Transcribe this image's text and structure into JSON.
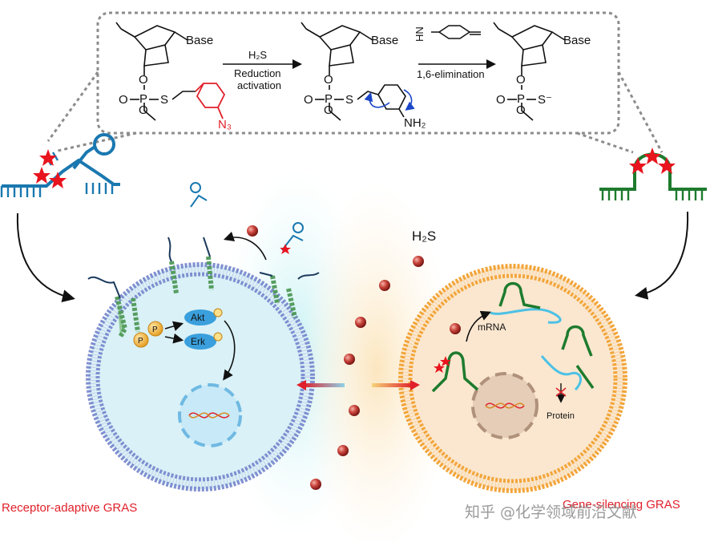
{
  "scheme": {
    "base_label": "Base",
    "step1_reagent": "H₂S",
    "step1_desc_line1": "Reduction",
    "step1_desc_line2": "activation",
    "step2_desc": "1,6-elimination",
    "azide_label": "N₃",
    "amine_label": "NH₂",
    "o_label": "O",
    "p_label": "P",
    "s_label": "S",
    "s_minus_label": "S⁻",
    "qm_label": "HN"
  },
  "cell_left": {
    "akt_label": "Akt",
    "erk_label": "Erk",
    "p_label": "P"
  },
  "center": {
    "h2s_label": "H₂S"
  },
  "cell_right": {
    "mrna_label": "mRNA",
    "protein_label": "Protein"
  },
  "captions": {
    "left": "Receptor-adaptive GRAS",
    "right": "Gene-silencing GRAS",
    "watermark": "知乎 @化学领域前沿文献"
  },
  "colors": {
    "azide_red": "#e0202a",
    "left_cell_fill": "#d9f1f7",
    "left_membrane": "#7f8fd0",
    "right_cell_fill": "#fbe7cf",
    "right_membrane": "#f2a53a",
    "dna_blue": "#1a78b0",
    "dna_green": "#1e7b2e",
    "star_red": "#e8141e"
  }
}
